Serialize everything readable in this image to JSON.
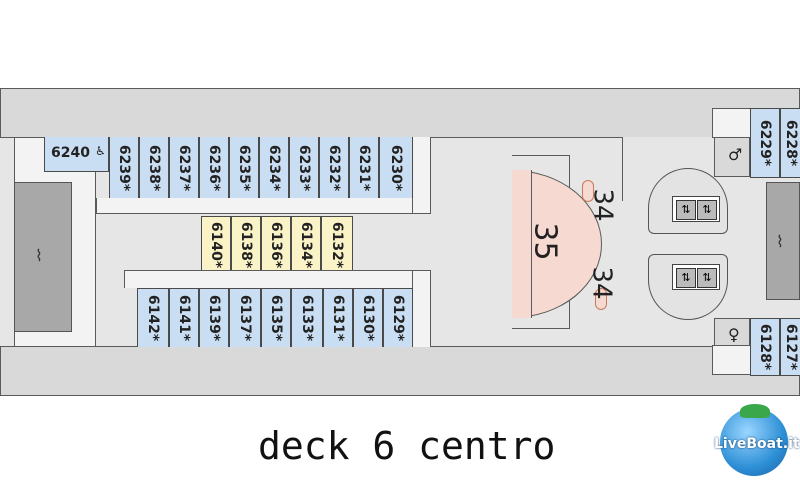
{
  "deck_title": "deck 6 centro",
  "cabin_forward_label": "6240",
  "cabins_top": [
    "6239*",
    "6238*",
    "6237*",
    "6236*",
    "6235*",
    "6234*",
    "6233*",
    "6232*",
    "6231*",
    "6230*"
  ],
  "cabins_center": [
    "6140*",
    "6138*",
    "6136*",
    "6134*",
    "6132*"
  ],
  "cabins_bottom": [
    "6142*",
    "6141*",
    "6139*",
    "6137*",
    "6135*",
    "6133*",
    "6131*",
    "6130*",
    "6129*"
  ],
  "cabins_right_top": [
    "6229*",
    "6228*"
  ],
  "cabins_right_bottom": [
    "6128*",
    "6127*"
  ],
  "area_35": "35",
  "area_34_top": "34",
  "area_34_bottom": "34",
  "logo_text": "LiveBoat.it",
  "colors": {
    "cabin_blue": "#c9def3",
    "cabin_yellow": "#fbf3c8",
    "hull": "#d9d9d9",
    "salon": "#f6d9d0"
  }
}
